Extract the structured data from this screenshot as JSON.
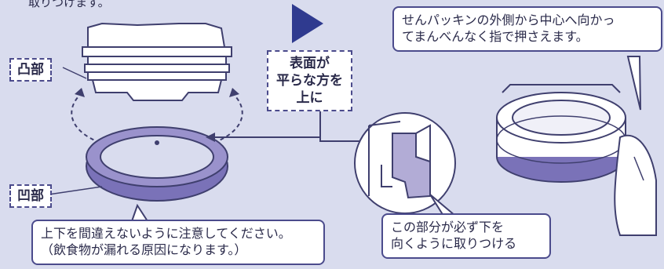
{
  "labels": {
    "top_partial": "取りつけます。",
    "convex": "凸部",
    "concave": "凹部",
    "flat_side": [
      "表面が",
      "平らな方を",
      "上に"
    ],
    "press_note": [
      "せんパッキンの外側から中心へ向かっ",
      "てまんべんなく指で押さえます。"
    ],
    "caution": [
      "上下を間違えないように注意してください。",
      "（飲食物が漏れる原因になります。）"
    ],
    "part_down": [
      "この部分が必ず下を",
      "向くように取りつける"
    ]
  },
  "colors": {
    "background": "#d9dcee",
    "outline": "#3f3f6e",
    "ring": "#7a72b8",
    "arrow": "#2f3a8f",
    "cap_fill": "#ffffff",
    "skin": "#ffffff"
  }
}
